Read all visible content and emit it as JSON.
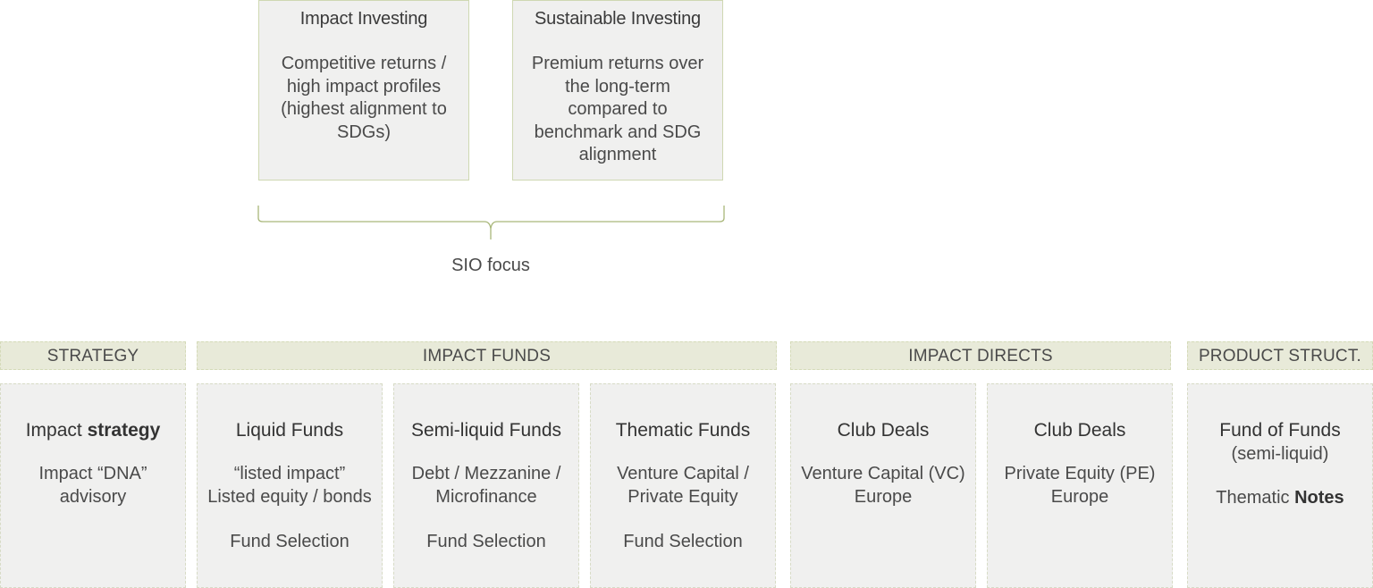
{
  "top_boxes": [
    {
      "title": "Impact Investing",
      "lines": [
        "Competitive returns /",
        "high impact profiles",
        "(highest alignment to",
        "SDGs)"
      ]
    },
    {
      "title": "Sustainable Investing",
      "lines": [
        "Premium returns over",
        "the long-term",
        "compared to",
        "benchmark and SDG",
        "alignment"
      ]
    }
  ],
  "brace_label": "SIO focus",
  "headers": {
    "strategy": "STRATEGY",
    "impact_funds": "IMPACT FUNDS",
    "impact_directs": "IMPACT DIRECTS",
    "product_struct": "PRODUCT STRUCT."
  },
  "cards": {
    "strategy": {
      "line1_plain": "Impact ",
      "line1_bold": "strategy",
      "lines": [
        "Impact “DNA”",
        "advisory"
      ]
    },
    "liquid": {
      "title": "Liquid Funds",
      "lines": [
        "“listed impact”",
        "Listed equity / bonds"
      ],
      "extra": "Fund Selection"
    },
    "semi_liquid": {
      "title": "Semi-liquid Funds",
      "lines": [
        "Debt / Mezzanine /",
        "Microfinance"
      ],
      "extra": "Fund Selection"
    },
    "thematic": {
      "title": "Thematic Funds",
      "lines": [
        "Venture Capital /",
        "Private Equity"
      ],
      "extra": "Fund Selection"
    },
    "club_vc": {
      "title": "Club Deals",
      "lines": [
        "Venture Capital (VC)",
        "Europe"
      ]
    },
    "club_pe": {
      "title": "Club Deals",
      "lines": [
        "Private Equity (PE)",
        "Europe"
      ]
    },
    "fof": {
      "title": "Fund of Funds",
      "sub": "(semi-liquid)",
      "line_plain": "Thematic ",
      "line_bold": "Notes"
    }
  },
  "colors": {
    "box_fill": "#f0f0ef",
    "header_fill": "#e8ead9",
    "accent_border": "#cfd8b2",
    "brace": "#a9b77a"
  }
}
